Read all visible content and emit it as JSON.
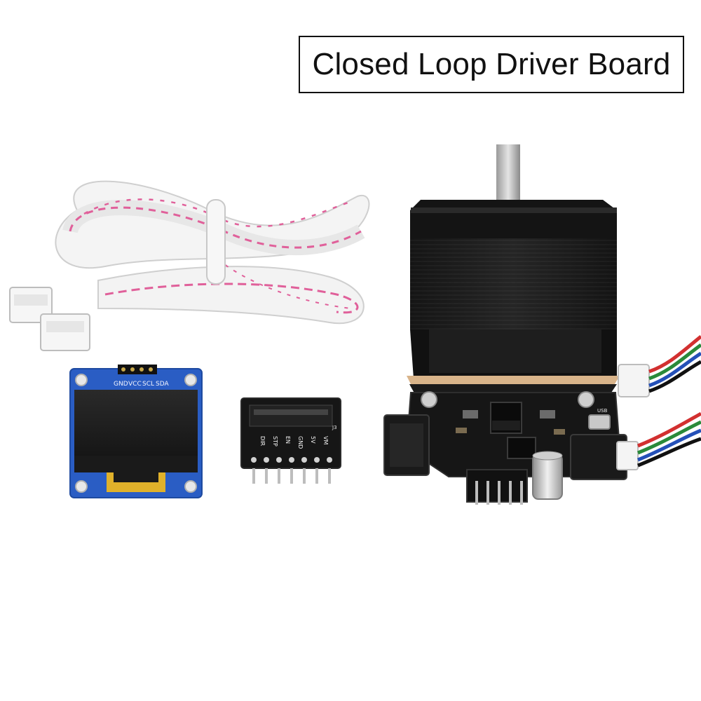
{
  "title": "Closed Loop Driver Board",
  "oled": {
    "pins": [
      "GND",
      "VCC",
      "SCL",
      "SDA"
    ]
  },
  "adapter": {
    "top_label": "J3",
    "pins": [
      "DIR",
      "STP",
      "EN",
      "GND",
      "5V",
      "VM"
    ]
  },
  "driver_board": {
    "port_label": "USB"
  },
  "colors": {
    "cable_stripe": "#e0609a",
    "oled_pcb": "#2a5dc4",
    "motor_body": "#1c1c1c",
    "pcb_black": "#161616"
  }
}
